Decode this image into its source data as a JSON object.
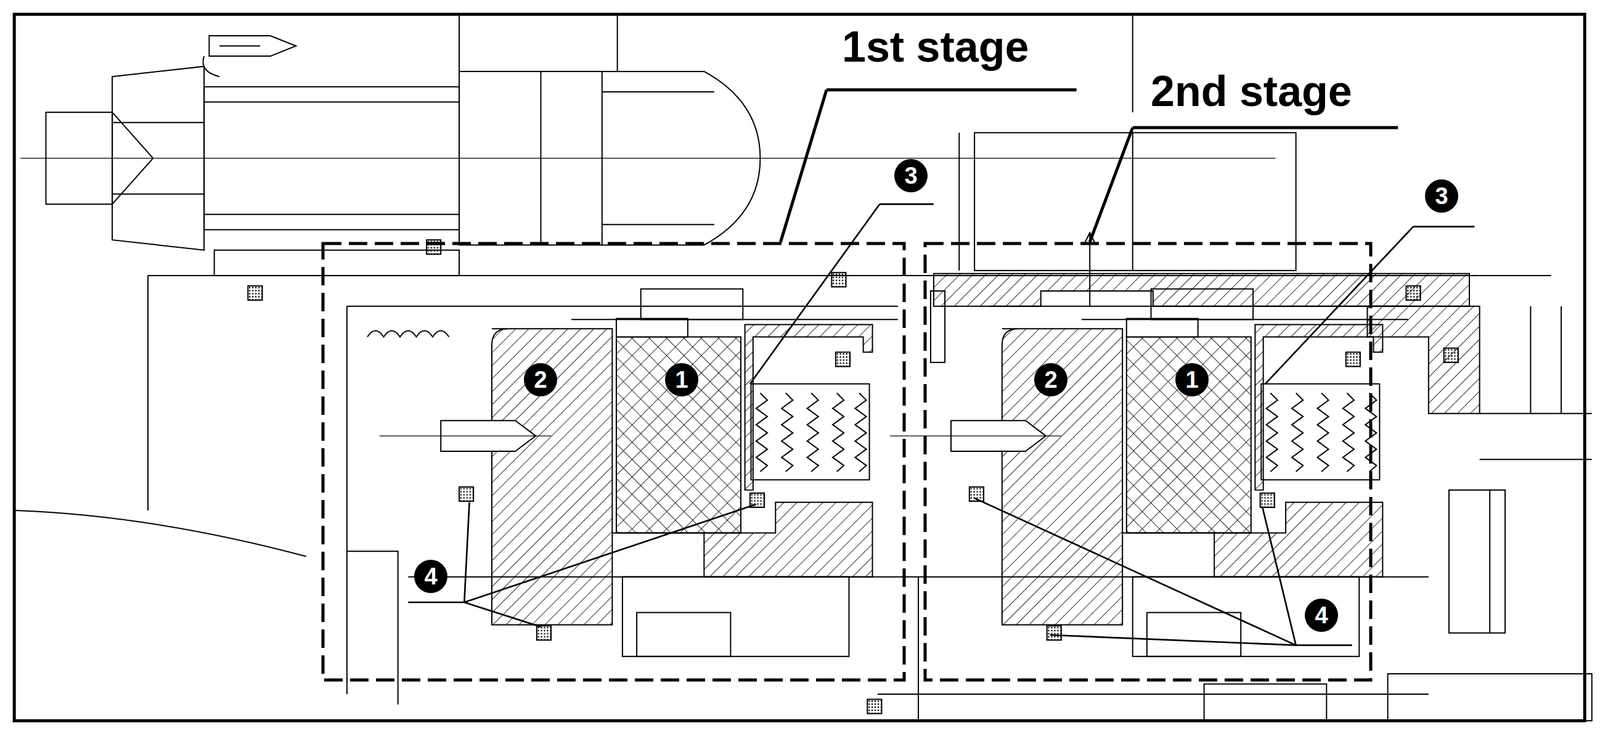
{
  "diagram": {
    "nodes": [
      {
        "text": [
          "1st stage"
        ]
      },
      {
        "text": [
          "2nd stage"
        ]
      }
    ],
    "labels": [
      "3",
      "2",
      "1",
      "4",
      "3",
      "2",
      "1",
      "4"
    ]
  }
}
